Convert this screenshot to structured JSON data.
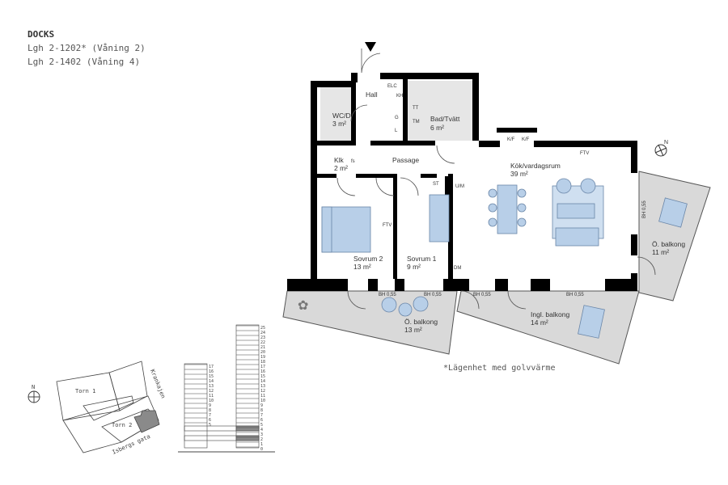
{
  "header": {
    "title": "DOCKS",
    "apartments": [
      "Lgh 2-1202* (Våning 2)",
      "Lgh 2-1402 (Våning 4)"
    ]
  },
  "footnote": "*Lägenhet med golvvärme",
  "colors": {
    "wall": "#000000",
    "balcony": "#d9d9d9",
    "furniture": "#b8cfe8",
    "furniture_stroke": "#6a86a8",
    "highlight_building": "#8a8a8a"
  },
  "rooms": [
    {
      "name": "Hall",
      "area": ""
    },
    {
      "name": "WC/D",
      "area": "3 m²"
    },
    {
      "name": "Bad/Tvätt",
      "area": "6 m²"
    },
    {
      "name": "Klk",
      "area": "2 m²"
    },
    {
      "name": "Passage",
      "area": ""
    },
    {
      "name": "Kök/vardagsrum",
      "area": "39 m²"
    },
    {
      "name": "Sovrum 2",
      "area": "13 m²"
    },
    {
      "name": "Sovrum 1",
      "area": "9 m²"
    },
    {
      "name": "Ö. balkong",
      "area": "13 m²"
    },
    {
      "name": "Ingl. balkong",
      "area": "14 m²"
    },
    {
      "name": "Ö. balkong",
      "area": "11 m²"
    }
  ],
  "fixtures": {
    "elc": "ELC",
    "kh": "KH",
    "g": "G",
    "l": "L",
    "tt": "TT",
    "tm": "TM",
    "fs": "fs",
    "ftv": "FTV",
    "st": "ST",
    "um": "U/M",
    "dm": "DM",
    "kf": "K/F",
    "bh": "BH 0,55"
  },
  "site_plan": {
    "tower1": "Torn 1",
    "tower2": "Torn 2",
    "street1": "Krankajen",
    "street2": "Isbergs gata",
    "north": "N"
  },
  "elevation": {
    "tower1_floors": [
      "5",
      "6",
      "7",
      "8",
      "9",
      "10",
      "11",
      "12",
      "13",
      "14",
      "15",
      "16",
      "17"
    ],
    "tower2_floors": [
      "0",
      "1",
      "2",
      "3",
      "4",
      "5",
      "6",
      "7",
      "8",
      "9",
      "10",
      "11",
      "12",
      "13",
      "14",
      "15",
      "16",
      "17",
      "18",
      "19",
      "20",
      "21",
      "22",
      "23",
      "24",
      "25"
    ],
    "highlighted_floors": [
      "2",
      "4"
    ]
  },
  "compass": {
    "north": "N"
  }
}
